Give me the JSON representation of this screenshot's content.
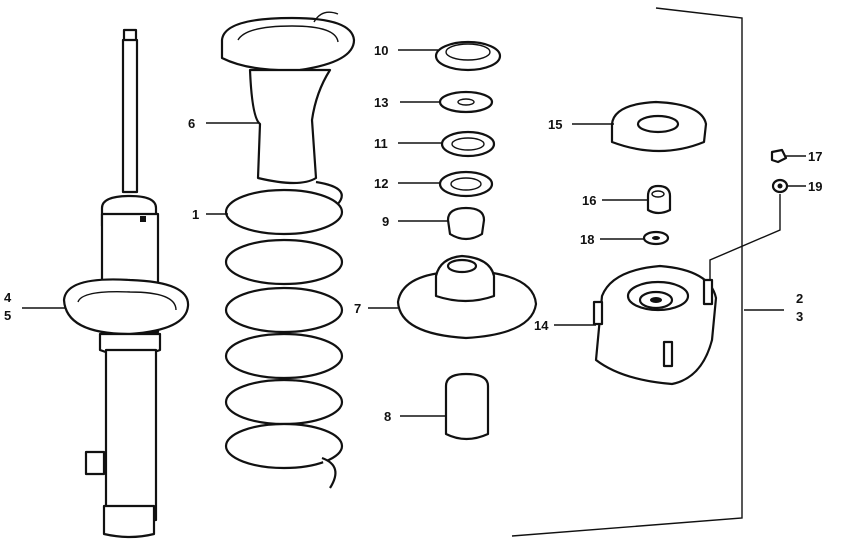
{
  "diagram": {
    "labels": {
      "l1": "1",
      "l2": "2",
      "l3": "3",
      "l4": "4",
      "l5": "5",
      "l6": "6",
      "l7": "7",
      "l8": "8",
      "l9": "9",
      "l10": "10",
      "l11": "11",
      "l12": "12",
      "l13": "13",
      "l14": "14",
      "l15": "15",
      "l16": "16",
      "l17": "17",
      "l18": "18",
      "l19": "19"
    }
  }
}
